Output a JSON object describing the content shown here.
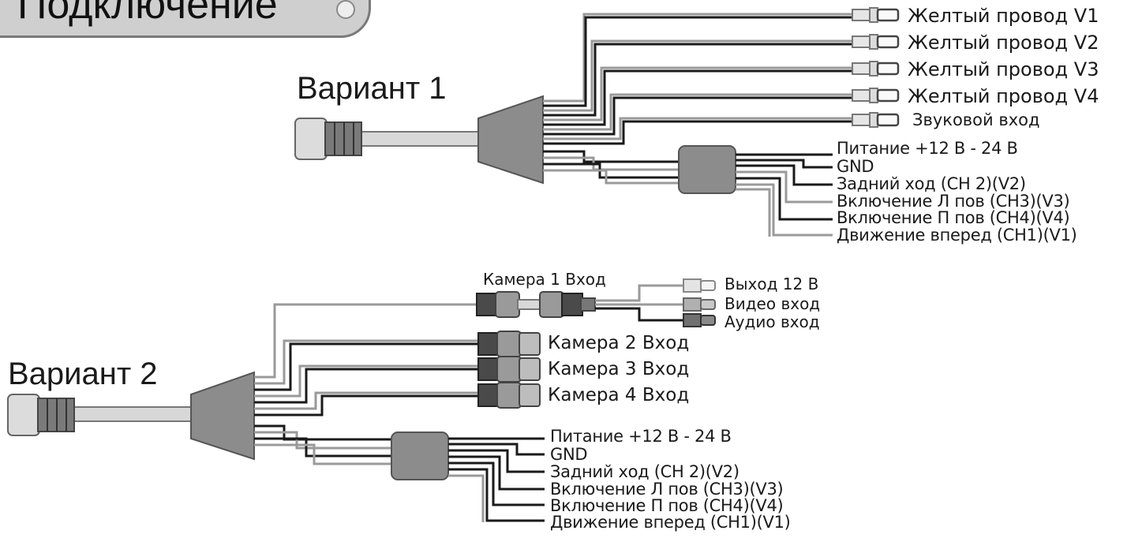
{
  "title": "Подключение",
  "variant1": {
    "label": "Вариант 1",
    "wires": [
      "Желтый провод V1",
      "Желтый провод V2",
      "Желтый провод V3",
      "Желтый провод V4",
      "Звуковой вход"
    ],
    "pins": [
      "Питание +12 В - 24 В",
      "GND",
      "Задний ход (CH 2)(V2)",
      "Включение Л пов (CH3)(V3)",
      "Включение П пов (CH4)(V4)",
      "Движение вперед (CH1)(V1)"
    ]
  },
  "variant2": {
    "label": "Вариант 2",
    "camera1": {
      "label": "Камера 1 Вход",
      "outputs": [
        "Выход 12 В",
        "Видео вход",
        "Аудио вход"
      ]
    },
    "cameras": [
      "Камера 2 Вход",
      "Камера 3 Вход",
      "Камера 4 Вход"
    ],
    "pins": [
      "Питание +12 В - 24 В",
      "GND",
      "Задний ход (CH 2)(V2)",
      "Включение Л пов (CH3)(V3)",
      "Включение П пов (CH4)(V4)",
      "Движение вперед (CH1)(V1)"
    ]
  },
  "colors": {
    "connector": "#8a8a8a",
    "connector_dark": "#555555",
    "wire_dark": "#1a1a1a",
    "wire_light": "#9a9a9a",
    "badge": "#cfcfcf"
  }
}
